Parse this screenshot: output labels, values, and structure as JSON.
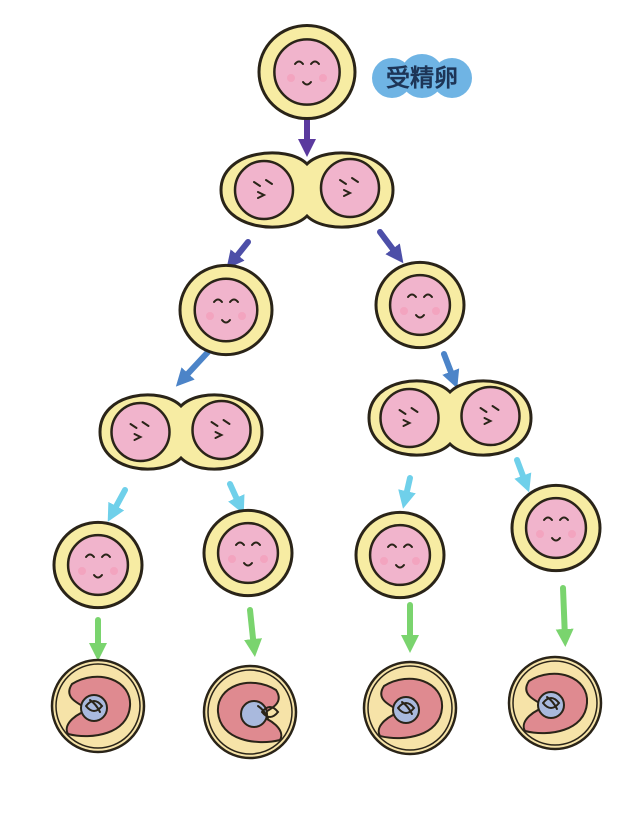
{
  "label": {
    "text": "受精卵",
    "bubble_color": "#6fb4e4",
    "text_color": "#1d3557"
  },
  "colors": {
    "zona": "#f7eca3",
    "nucleus": "#f1b4cc",
    "arrow_stage1": "#5b3a9e",
    "arrow_stage2": "#4d4fa8",
    "arrow_stage3": "#4c84c8",
    "arrow_stage4": "#6fd0ea",
    "arrow_stage5": "#7ad46e",
    "embryo_mass": "#df8a90"
  },
  "stages": [
    "zygote",
    "two-cell",
    "single-cells",
    "two-cell-pairs",
    "single-cells",
    "blastocysts"
  ]
}
